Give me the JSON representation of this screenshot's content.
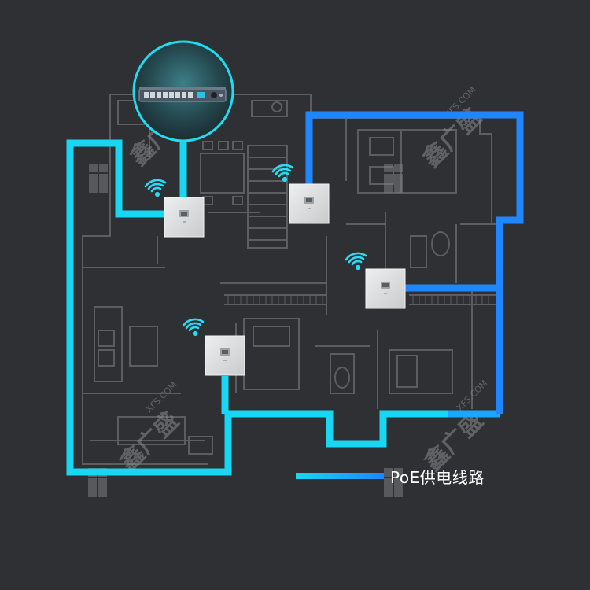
{
  "legend": {
    "label": "PoE供电线路"
  },
  "watermark": {
    "brand_text": "鑫广盛",
    "domain_text": "XFS.COM"
  },
  "colors": {
    "background": "#2f3033",
    "floorplan": "#5c5d61",
    "cable_cyan": "#19d6f2",
    "cable_blue": "#1f86ff",
    "panel": "#d8dadc",
    "wifi": "#27dcf5"
  },
  "devices": {
    "switch": {
      "icon": "poe-switch-icon"
    },
    "access_points": [
      {
        "id": "ap-1",
        "icon": "panel-ap-icon"
      },
      {
        "id": "ap-2",
        "icon": "panel-ap-icon"
      },
      {
        "id": "ap-3",
        "icon": "panel-ap-icon"
      },
      {
        "id": "ap-4",
        "icon": "panel-ap-icon"
      }
    ]
  }
}
